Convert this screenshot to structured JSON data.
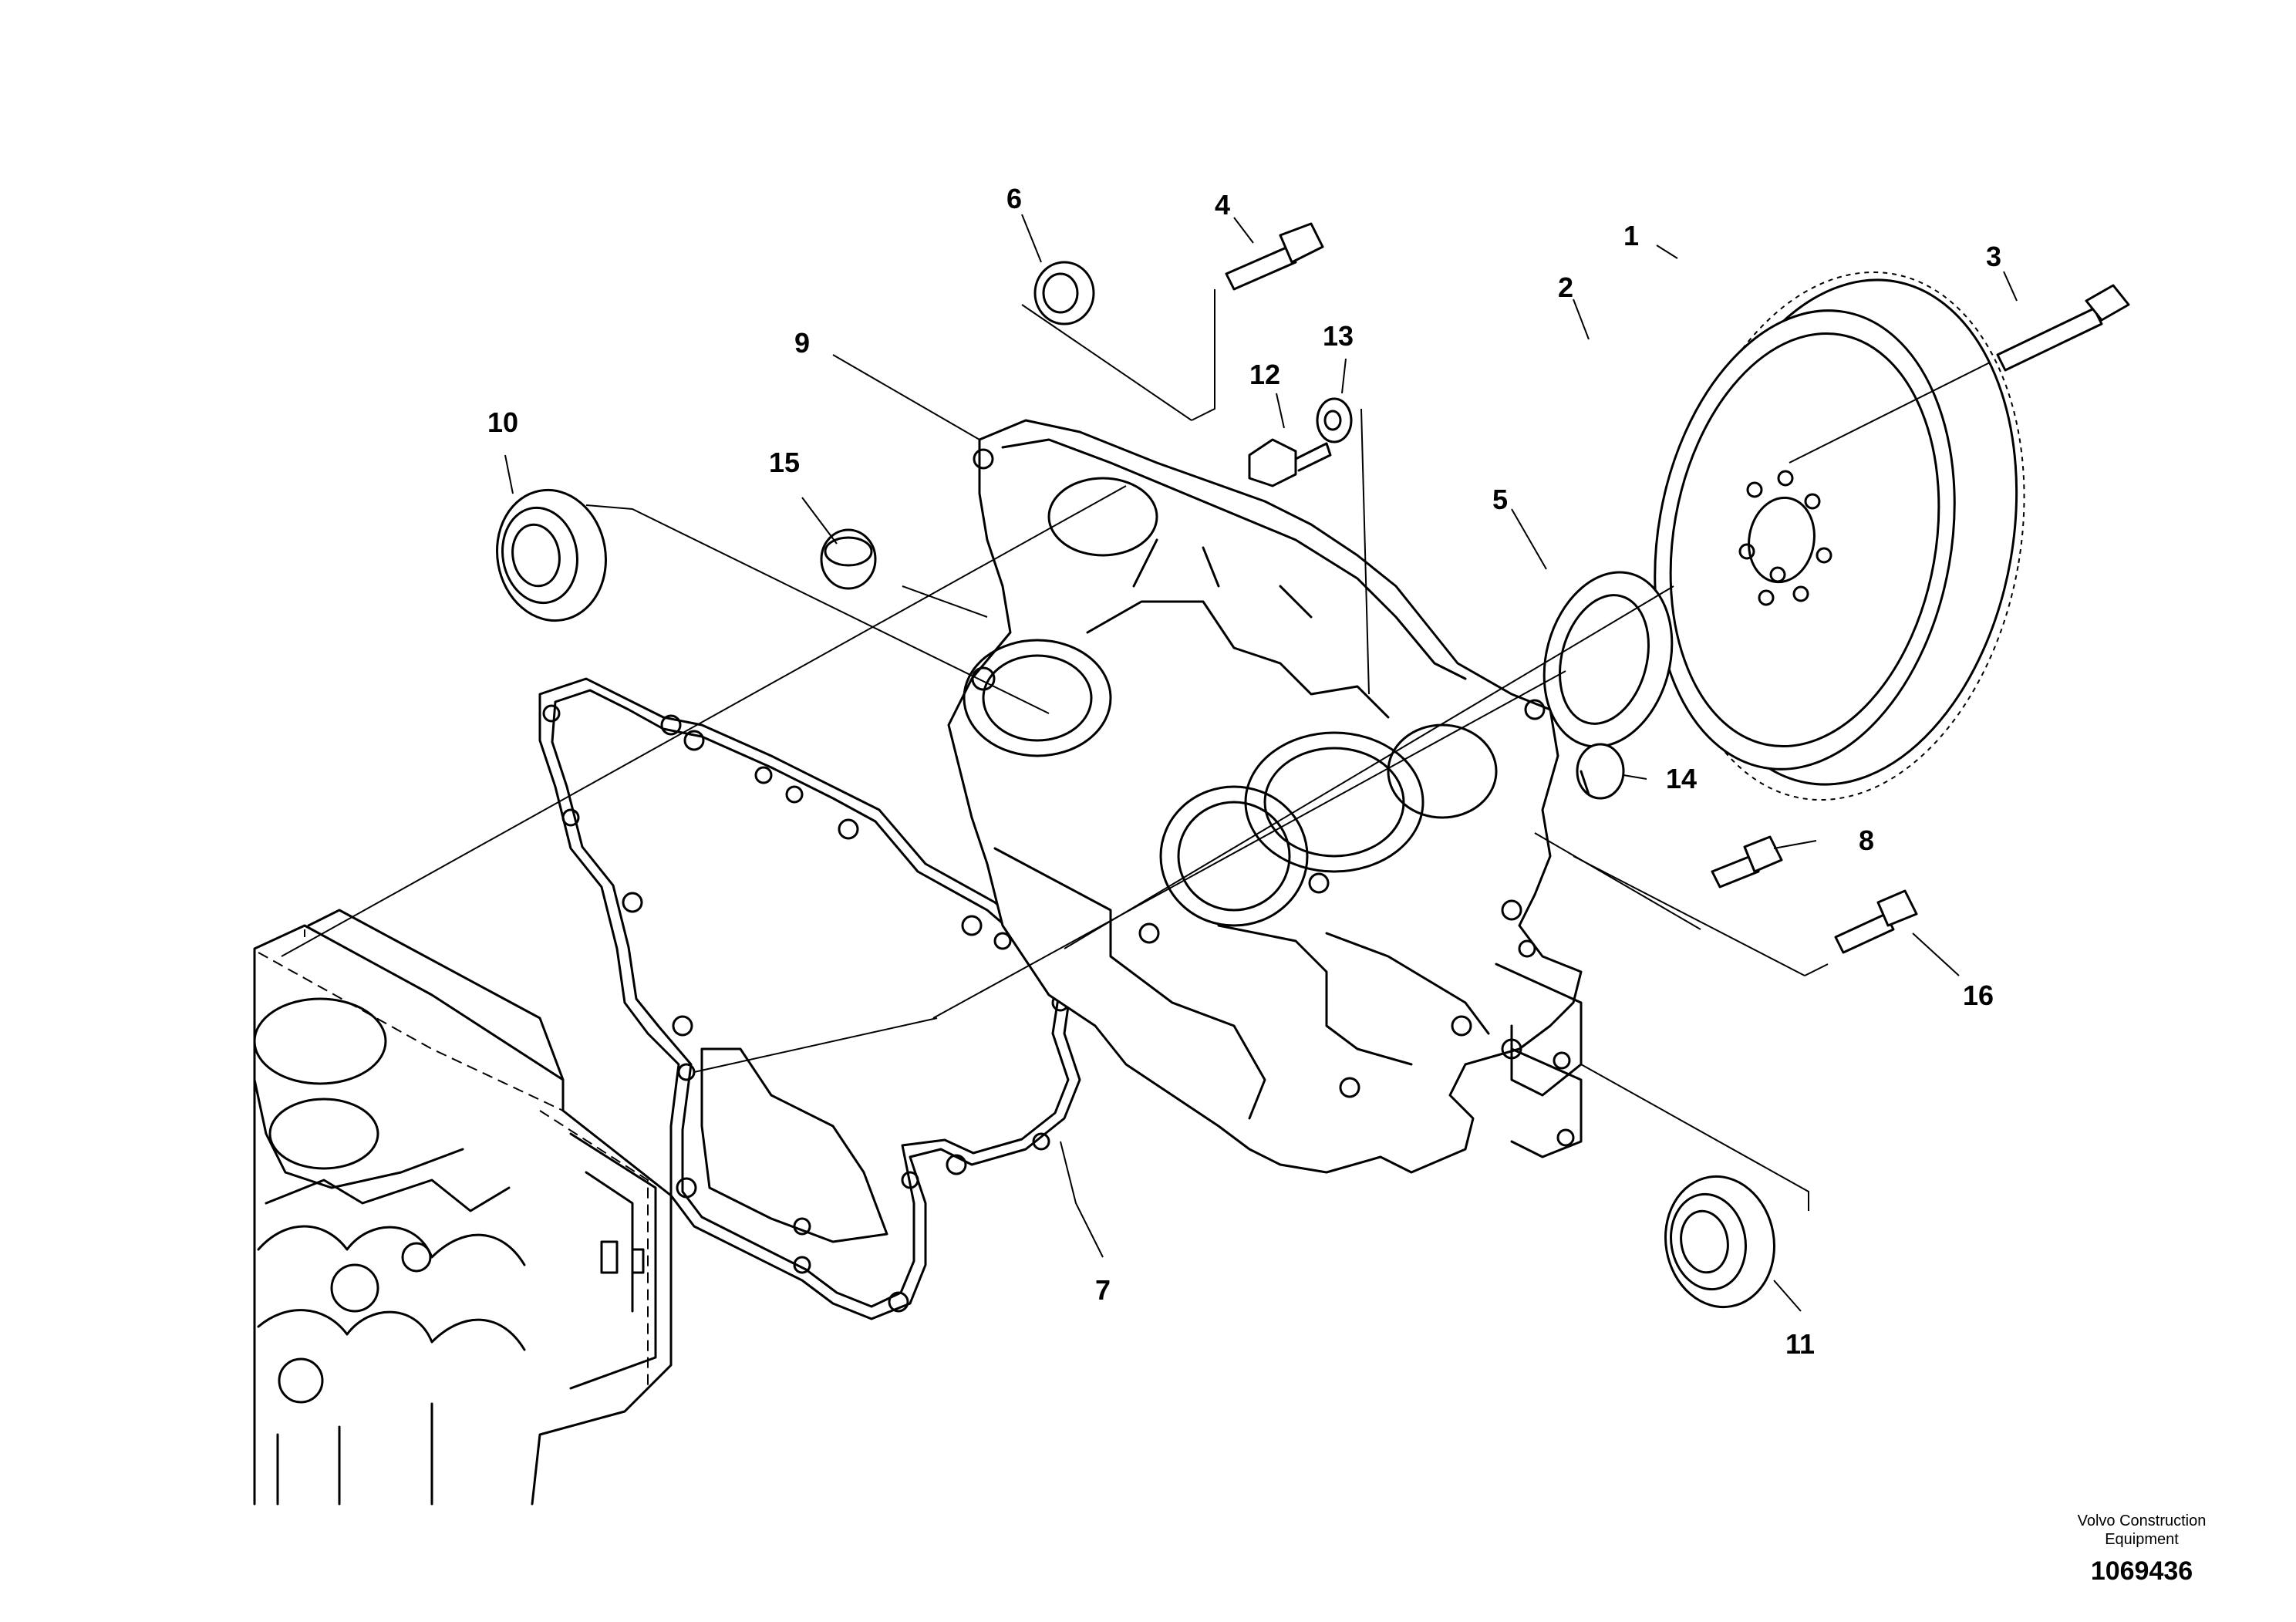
{
  "callouts": [
    {
      "id": "1",
      "label": "1"
    },
    {
      "id": "2",
      "label": "2"
    },
    {
      "id": "3",
      "label": "3"
    },
    {
      "id": "4",
      "label": "4"
    },
    {
      "id": "5",
      "label": "5"
    },
    {
      "id": "6",
      "label": "6"
    },
    {
      "id": "7",
      "label": "7"
    },
    {
      "id": "8",
      "label": "8"
    },
    {
      "id": "9",
      "label": "9"
    },
    {
      "id": "10",
      "label": "10"
    },
    {
      "id": "11",
      "label": "11"
    },
    {
      "id": "12",
      "label": "12"
    },
    {
      "id": "13",
      "label": "13"
    },
    {
      "id": "14",
      "label": "14"
    },
    {
      "id": "15",
      "label": "15"
    },
    {
      "id": "16",
      "label": "16"
    }
  ],
  "footer": {
    "company_line1": "Volvo Construction",
    "company_line2": "Equipment",
    "drawing_number": "1069436"
  }
}
